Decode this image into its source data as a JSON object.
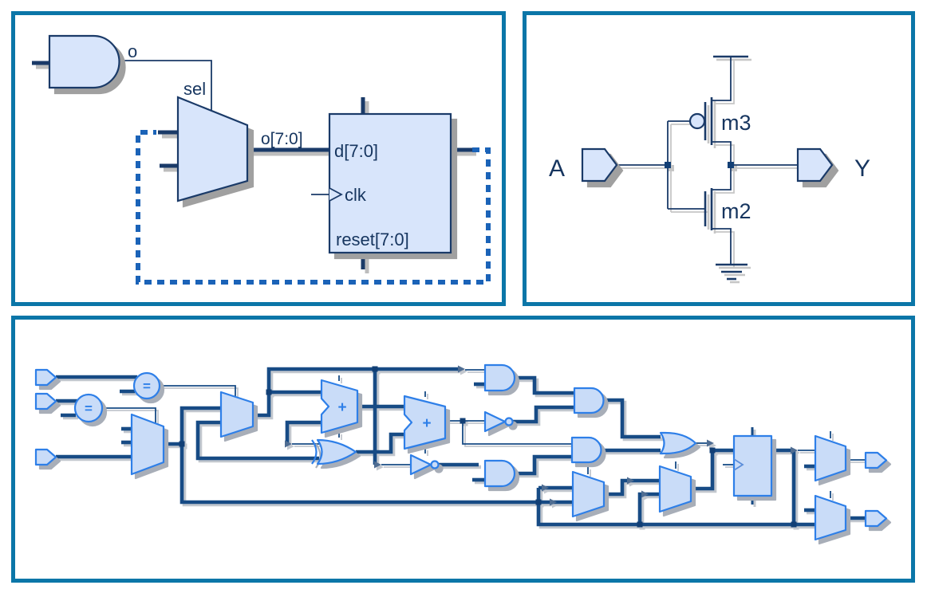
{
  "colors": {
    "panel_border": "#0b76a8",
    "rtl_shape_fill": "#d8e5fb",
    "rtl_outline": "#1a3a68",
    "netlist_shape_fill": "#c9dcf8",
    "netlist_outline": "#2e7fe8",
    "wire": "#174b85",
    "feedback_dash": "#1b63b8",
    "shadow": "#a0a0a0"
  },
  "rtl_panel": {
    "and_output_label": "o",
    "mux_select_label": "sel",
    "bus_label": "o[7:0]",
    "register": {
      "d_port": "d[7:0]",
      "clk_port": "clk",
      "reset_port": "reset[7:0]"
    }
  },
  "cmos_panel": {
    "input_label": "A",
    "output_label": "Y",
    "pmos_label": "m3",
    "nmos_label": "m2"
  },
  "netlist_panel": {
    "equality_symbol": "=",
    "adder_symbol": "+"
  }
}
